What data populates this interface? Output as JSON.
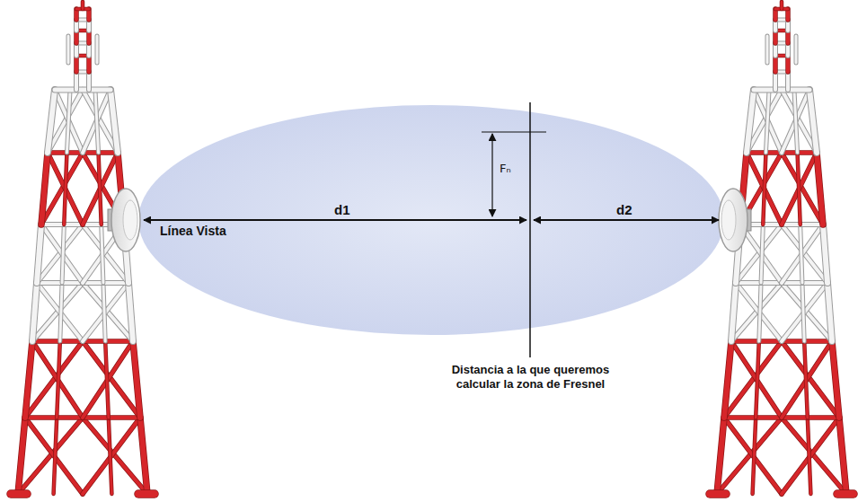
{
  "diagram": {
    "labels": [
      "Línea Vista",
      "d1",
      "d2",
      "Fₙ",
      "Distancia a la que queremos calcular la zona de Fresnel"
    ]
  }
}
